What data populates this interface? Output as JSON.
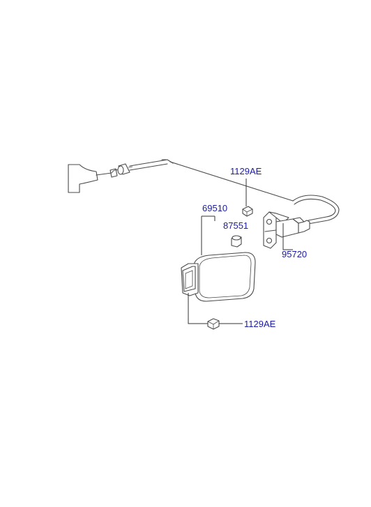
{
  "colors": {
    "label": "#1a1aa6",
    "drawing": "#4a4a4a",
    "background": "#ffffff"
  },
  "labels": {
    "top_bolt": "1129AE",
    "fuel_door_assembly": "69510",
    "bumper": "87551",
    "cable_latch": "95720",
    "bottom_bolt": "1129AE"
  }
}
